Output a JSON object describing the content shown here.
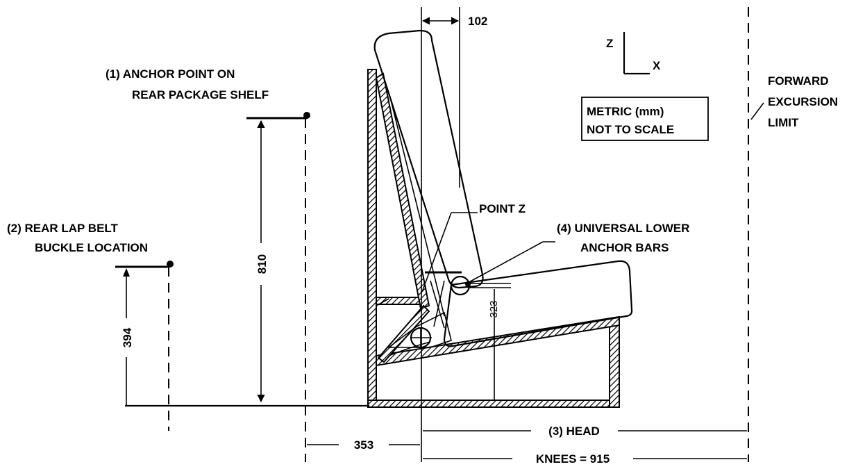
{
  "labels": {
    "anchor_point_line1": "(1) ANCHOR POINT ON",
    "anchor_point_line2": "REAR PACKAGE SHELF",
    "buckle_line1": "(2) REAR LAP BELT",
    "buckle_line2": "BUCKLE LOCATION",
    "point_z": "POINT Z",
    "lower_anchor_line1": "(4) UNIVERSAL LOWER",
    "lower_anchor_line2": "ANCHOR BARS",
    "metric_line1": "METRIC (mm)",
    "metric_line2": "NOT TO SCALE",
    "forward_line1": "FORWARD",
    "forward_line2": "EXCURSION",
    "forward_line3": "LIMIT",
    "axis_z": "Z",
    "axis_x": "X",
    "head": "(3) HEAD",
    "knees": "KNEES = 915"
  },
  "dimensions": {
    "d102": "102",
    "d810": "810",
    "d394": "394",
    "d353": "353",
    "d323": "323"
  }
}
